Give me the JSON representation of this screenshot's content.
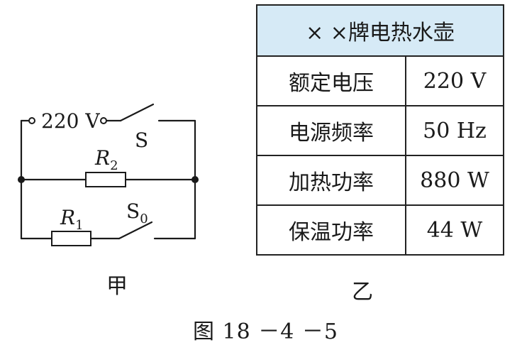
{
  "circuit": {
    "source_label": "220 V",
    "switch_s": "S",
    "r2_letter": "R",
    "r2_sub": "2",
    "r1_letter": "R",
    "r1_sub": "1",
    "switch_s0_letter": "S",
    "switch_s0_sub": "0",
    "caption": "甲"
  },
  "spec_table": {
    "title": "× ×牌电热水壶",
    "rows": [
      {
        "label": "额定电压",
        "value": "220 V"
      },
      {
        "label": "电源频率",
        "value": "50 Hz"
      },
      {
        "label": "加热功率",
        "value": "880 W"
      },
      {
        "label": "保温功率",
        "value": "44 W"
      }
    ],
    "caption": "乙"
  },
  "figure_caption": "图 18 －4 －5"
}
